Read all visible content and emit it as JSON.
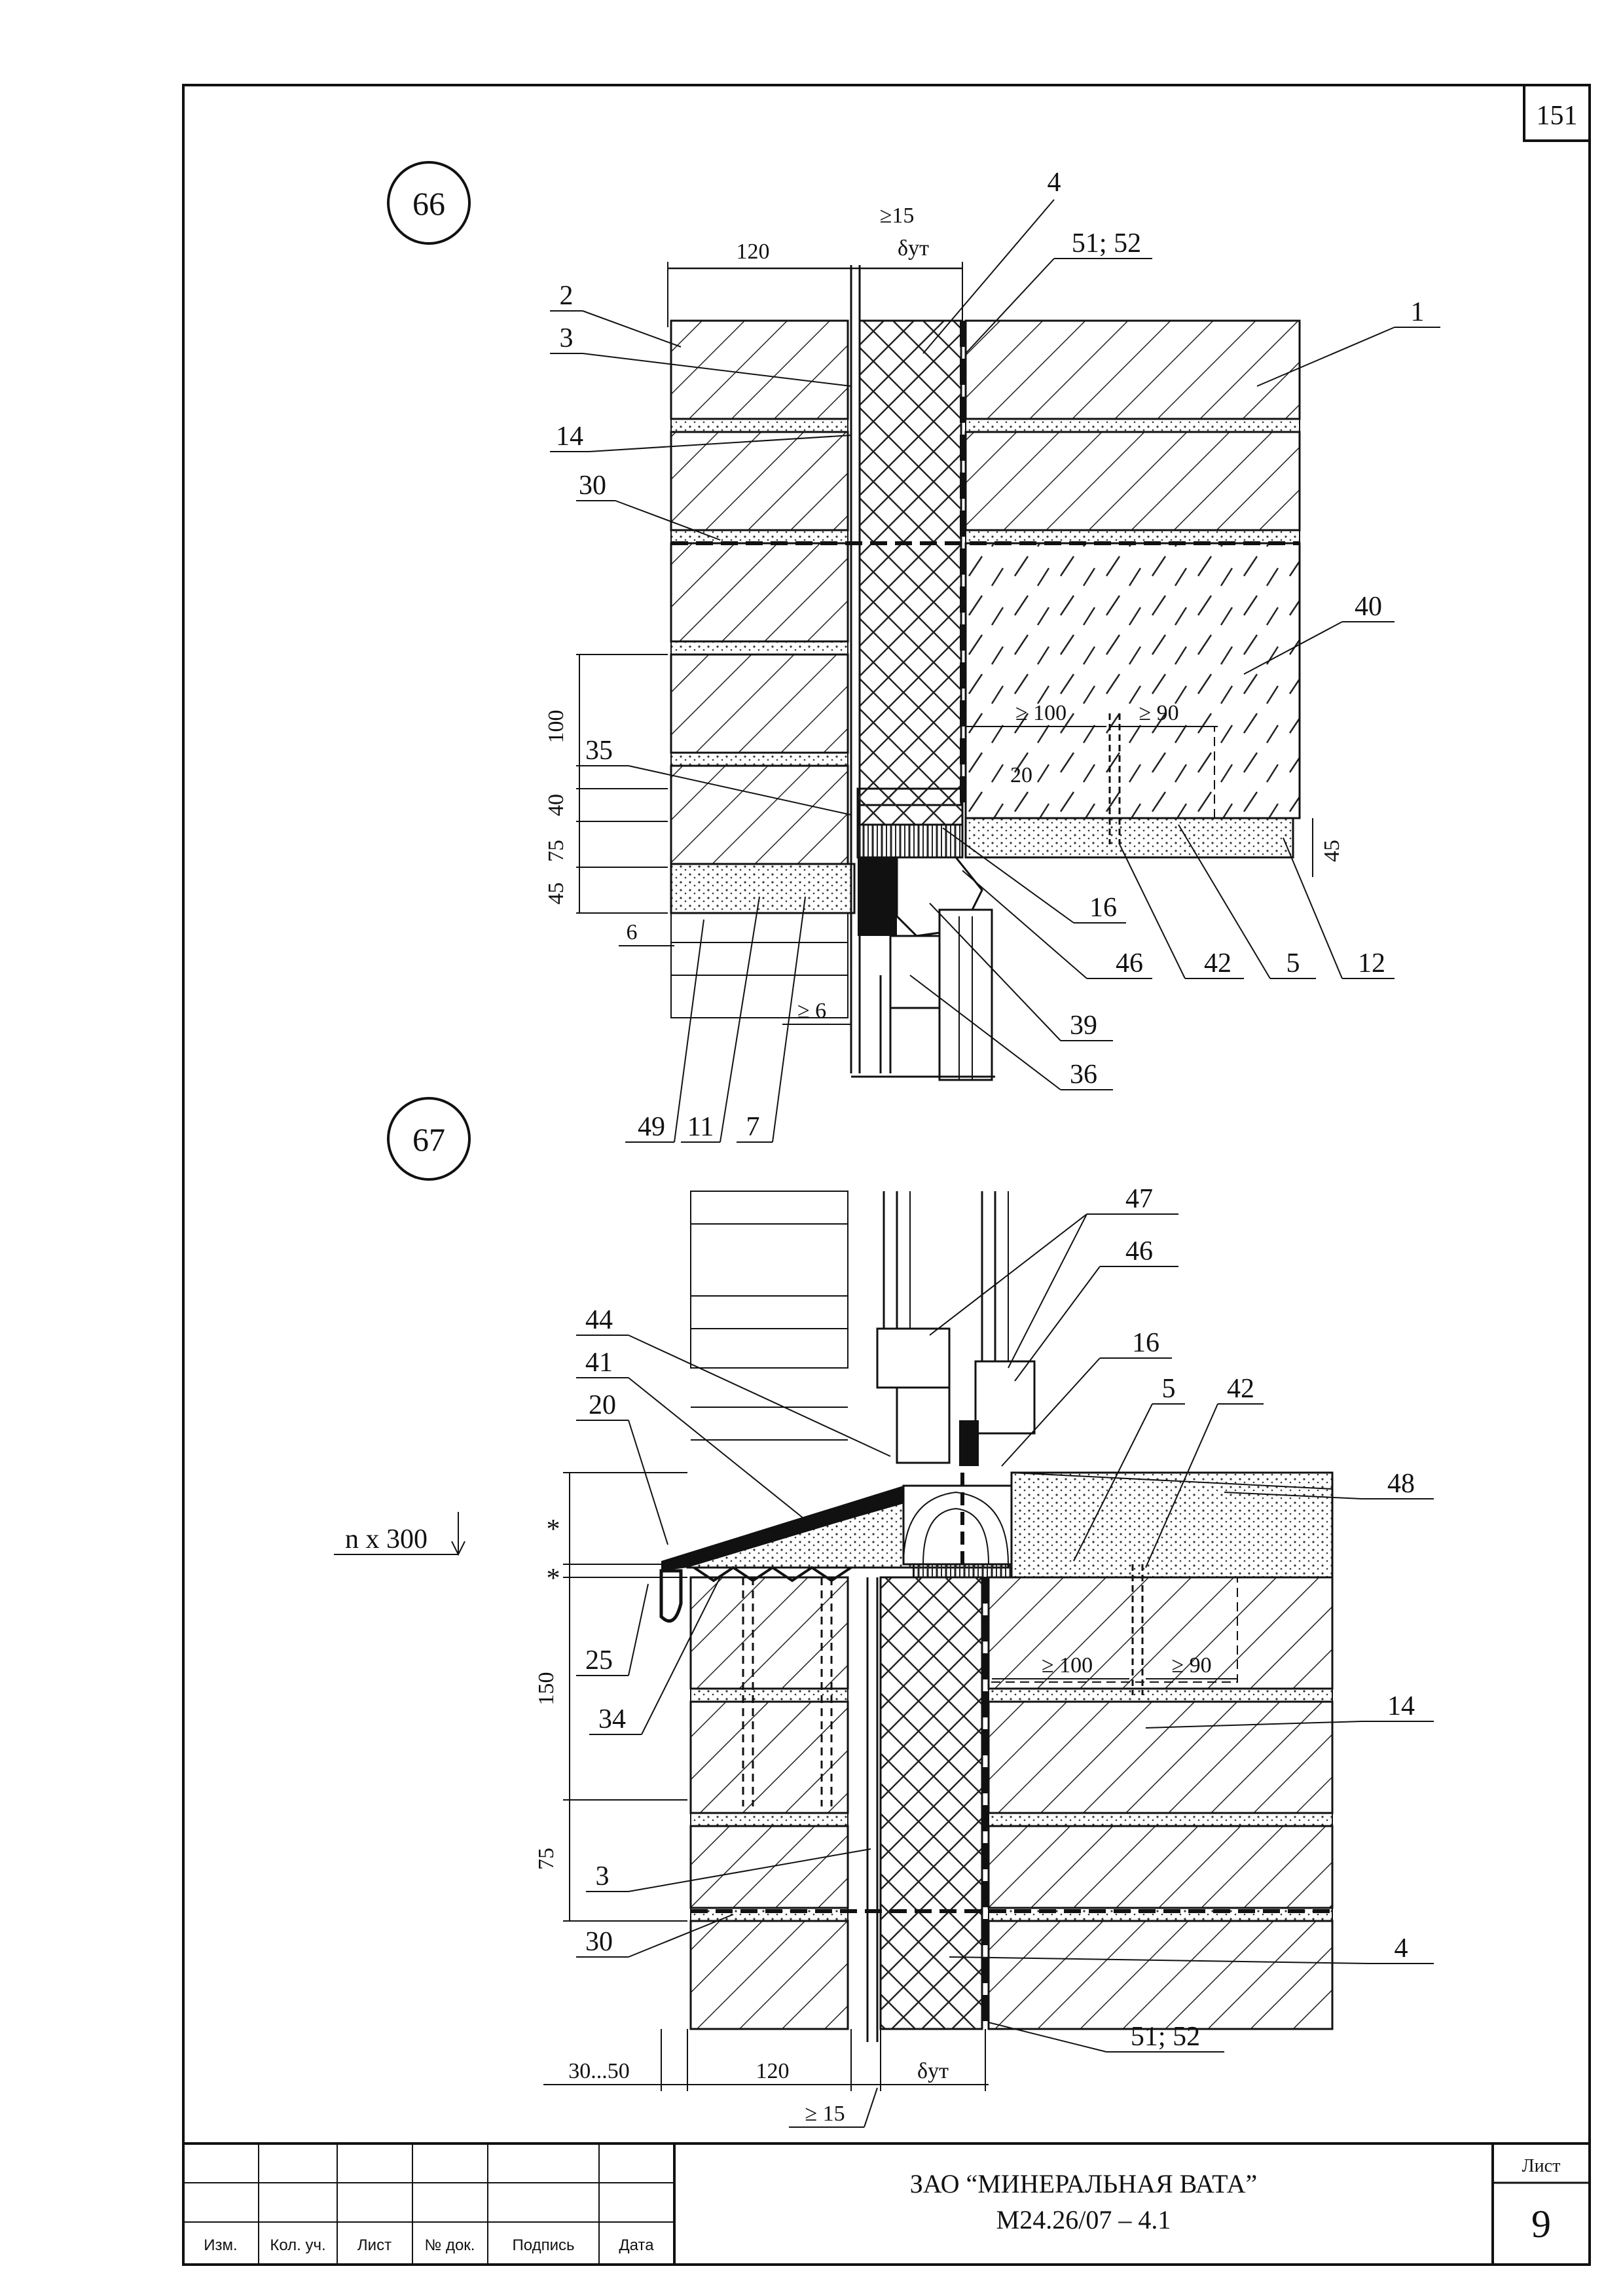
{
  "page_number": "151",
  "details": [
    {
      "id": "66",
      "dims": {
        "d120": "120",
        "ge15": "≥15",
        "delta": "δут",
        "d100": "100",
        "d40": "40",
        "d75": "75",
        "d45": "45",
        "d6": "6",
        "ge6": "≥ 6",
        "ge100": "≥ 100",
        "ge90": "≥ 90",
        "d20": "20",
        "d45r": "45"
      },
      "callouts": {
        "c4": "4",
        "c5152": "51; 52",
        "c2": "2",
        "c3": "3",
        "c1": "1",
        "c14": "14",
        "c30": "30",
        "c40": "40",
        "c35": "35",
        "c16": "16",
        "c46": "46",
        "c42": "42",
        "c5": "5",
        "c12": "12",
        "c39": "39",
        "c36": "36",
        "c49": "49",
        "c11": "11",
        "c7": "7"
      }
    },
    {
      "id": "67",
      "dims": {
        "nx300": "n x 300",
        "star": "*",
        "d150": "150",
        "d75": "75",
        "d3050": "30...50",
        "d120": "120",
        "delta": "δут",
        "ge15": "≥ 15",
        "ge100": "≥ 100",
        "ge90": "≥ 90"
      },
      "callouts": {
        "c47": "47",
        "c46": "46",
        "c16": "16",
        "c44": "44",
        "c5": "5",
        "c42": "42",
        "c41": "41",
        "c20": "20",
        "c48": "48",
        "c25": "25",
        "c34": "34",
        "c14": "14",
        "c3": "3",
        "c30": "30",
        "c4": "4",
        "c5152": "51; 52"
      }
    }
  ],
  "title_block": {
    "columns": [
      "Изм.",
      "Кол. уч.",
      "Лист",
      "№ док.",
      "Подпись",
      "Дата"
    ],
    "company": "ЗАО “МИНЕРАЛЬНАЯ ВАТА”",
    "code": "М24.26/07 – 4.1",
    "sheet_label": "Лист",
    "sheet": "9"
  }
}
